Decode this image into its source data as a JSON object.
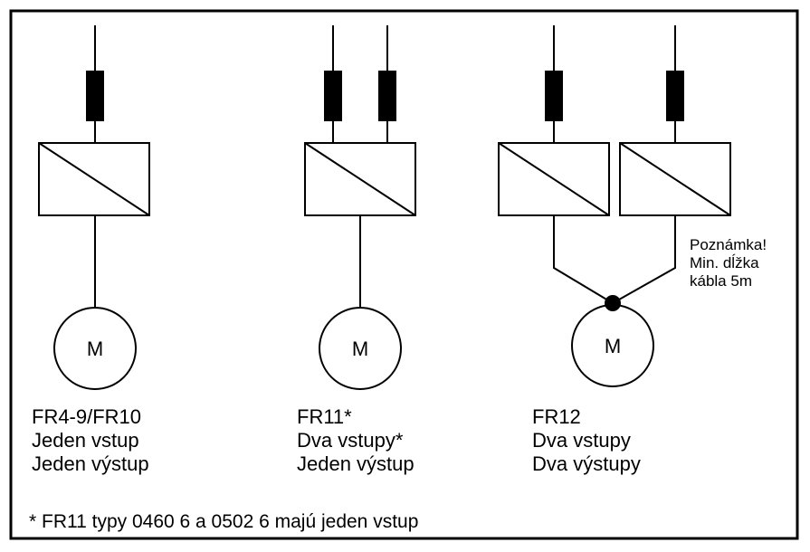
{
  "configurations": [
    {
      "id": "fr4-fr10",
      "lines": [
        "FR4-9/FR10",
        "Jeden vstup",
        "Jeden výstup"
      ]
    },
    {
      "id": "fr11",
      "lines": [
        "FR11*",
        "Dva vstupy*",
        "Jeden výstup"
      ]
    },
    {
      "id": "fr12",
      "lines": [
        "FR12",
        "Dva vstupy",
        "Dva výstupy"
      ]
    }
  ],
  "motor_label": "M",
  "note": {
    "lines": [
      "Poznámka!",
      "Min. dĺžka",
      "kábla 5m"
    ]
  },
  "footnote": "* FR11 typy 0460 6 a 0502 6 majú jeden vstup"
}
